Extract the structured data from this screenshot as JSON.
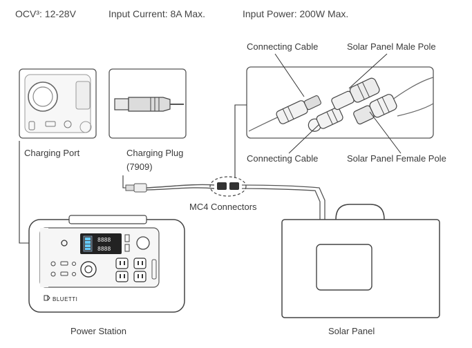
{
  "specs": {
    "ocv": "OCV³:  12-28V",
    "input_current": "Input Current: 8A Max.",
    "input_power": "Input Power: 200W Max."
  },
  "labels": {
    "connecting_cable_top": "Connecting Cable",
    "male_pole": "Solar Panel Male Pole",
    "connecting_cable_bottom": "Connecting Cable",
    "female_pole": "Solar Panel Female Pole",
    "charging_port": "Charging Port",
    "charging_plug": "Charging Plug",
    "charging_plug_model": "(7909)",
    "mc4_connectors": "MC4 Connectors",
    "power_station": "Power Station",
    "solar_panel": "Solar Panel",
    "brand": "BLUETTI",
    "display_digits_1": "8888",
    "display_digits_2": "8888"
  }
}
